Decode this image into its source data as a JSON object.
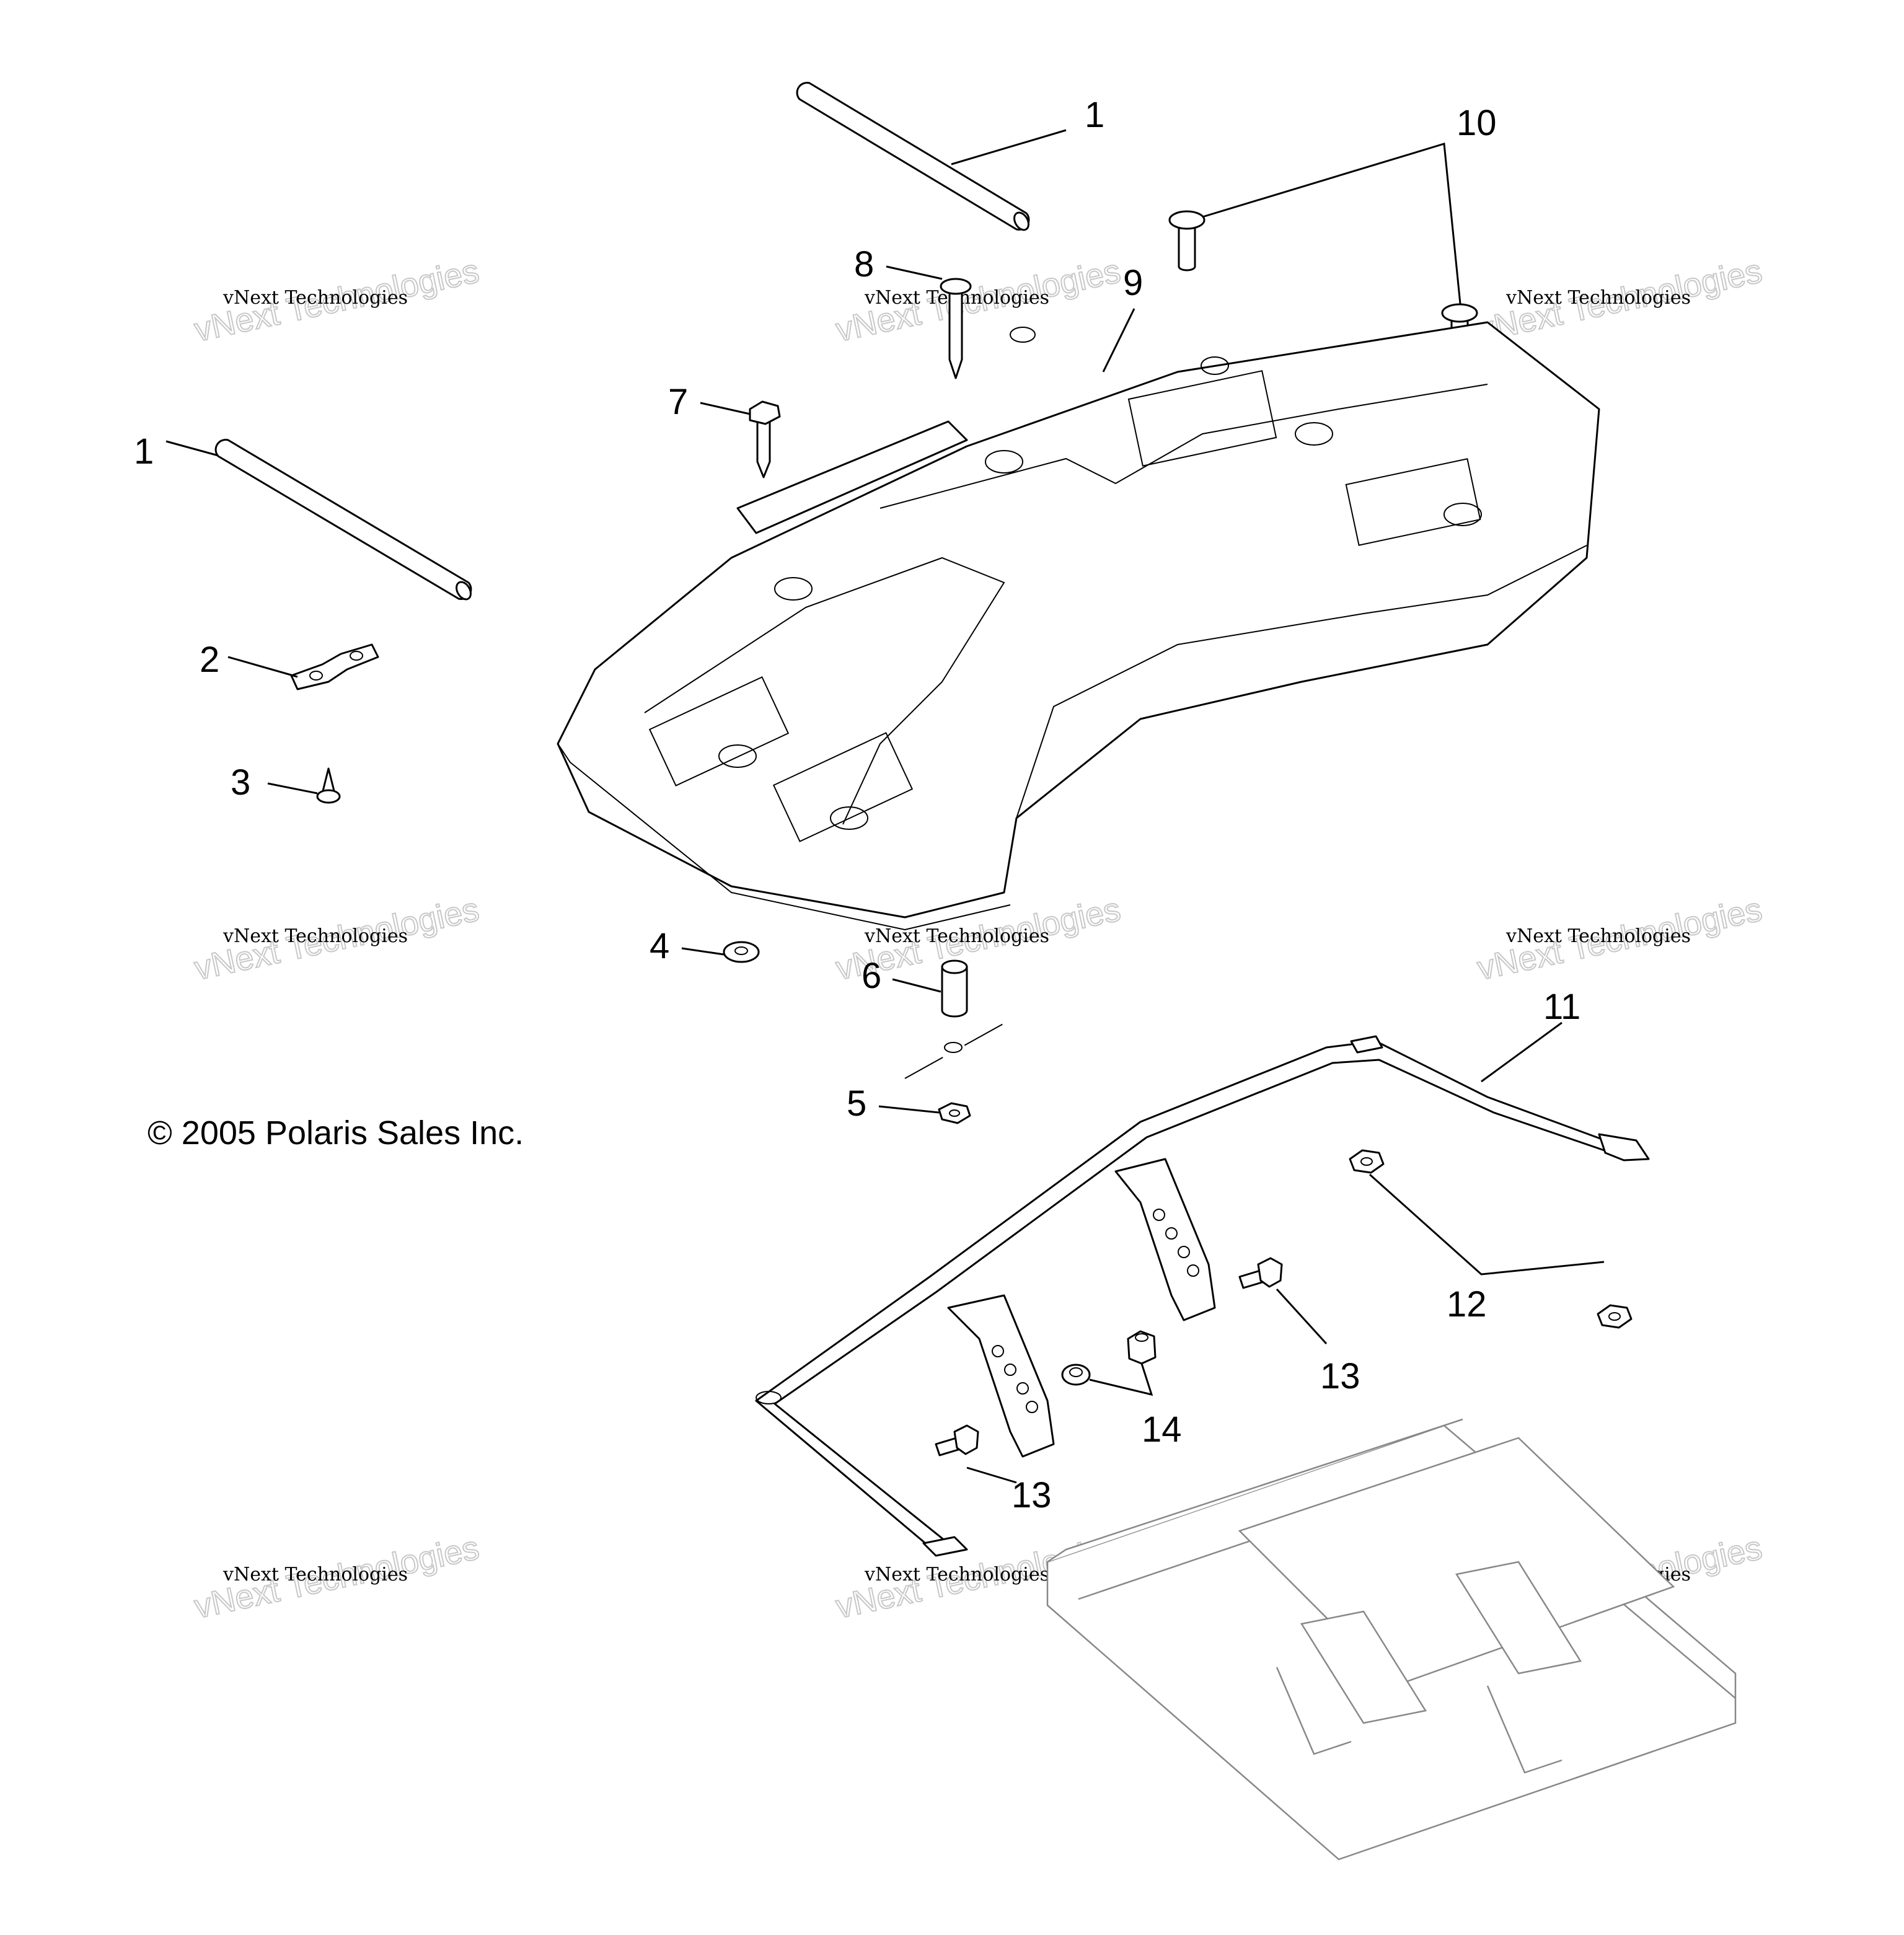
{
  "callouts": {
    "c1a": "1",
    "c1b": "1",
    "c2": "2",
    "c3": "3",
    "c4": "4",
    "c5": "5",
    "c6": "6",
    "c7": "7",
    "c8": "8",
    "c9": "9",
    "c10": "10",
    "c11": "11",
    "c12": "12",
    "c13a": "13",
    "c13b": "13",
    "c14": "14"
  },
  "copyright": "© 2005 Polaris Sales Inc.",
  "watermark": {
    "line1": "vNext Technologies",
    "line2": "vNext Technologies"
  }
}
